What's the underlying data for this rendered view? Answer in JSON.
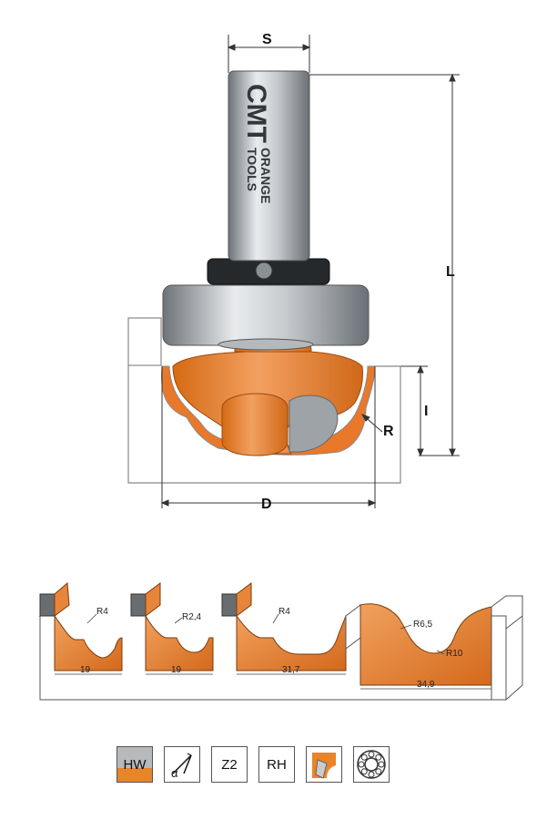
{
  "brand": {
    "line1": "CMT",
    "line2": "ORANGE",
    "line3": "TOOLS"
  },
  "dimensions": {
    "shank": "S",
    "length": "L",
    "cut_height": "I",
    "radius": "R",
    "diameter": "D"
  },
  "profiles": [
    {
      "radius_label": "R4",
      "width_label": "19"
    },
    {
      "radius_label": "R2,4",
      "width_label": "19"
    },
    {
      "radius_label": "R4",
      "width_label": "31,7"
    },
    {
      "radius_label": "R6,5",
      "radius_label_2": "R10",
      "width_label": "34,9"
    }
  ],
  "icons": [
    {
      "name": "hw-icon",
      "label": "HW"
    },
    {
      "name": "angle-icon",
      "label": "α"
    },
    {
      "name": "z2-icon",
      "label": "Z2"
    },
    {
      "name": "rh-icon",
      "label": "RH"
    },
    {
      "name": "cutter-icon",
      "label": ""
    },
    {
      "name": "bearing-icon",
      "label": ""
    }
  ],
  "colors": {
    "orange": "#e8842a",
    "orange_light": "#f3a566",
    "steel": "#a9adb2",
    "outline": "#555555"
  }
}
